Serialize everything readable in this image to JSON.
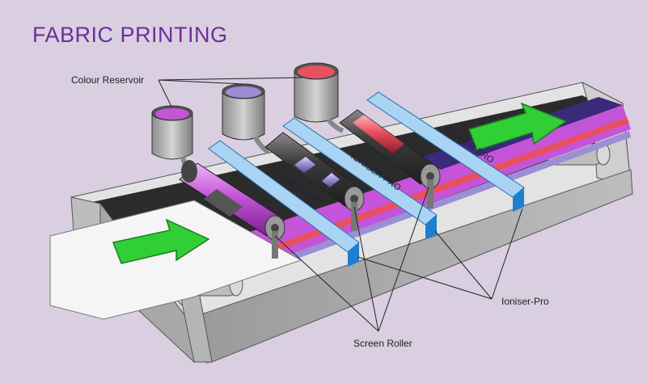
{
  "title": "FABRIC PRINTING",
  "labels": {
    "colour_reservoir": "Colour Reservoir",
    "screen_roller": "Screen Roller",
    "ioniser_pro_callout": "Ioniser-Pro"
  },
  "ioniser_bar_text": "IONISER-PRO",
  "colors": {
    "background": "#d9cfe1",
    "title": "#6d2f98",
    "ink_magenta": "#c455d8",
    "ink_lavender": "#9b8ed6",
    "ink_red": "#e8505f",
    "arrow": "#2fcf35",
    "ioniser_bar": "#a9d4f3",
    "ioniser_edge": "#1d7fd1"
  }
}
